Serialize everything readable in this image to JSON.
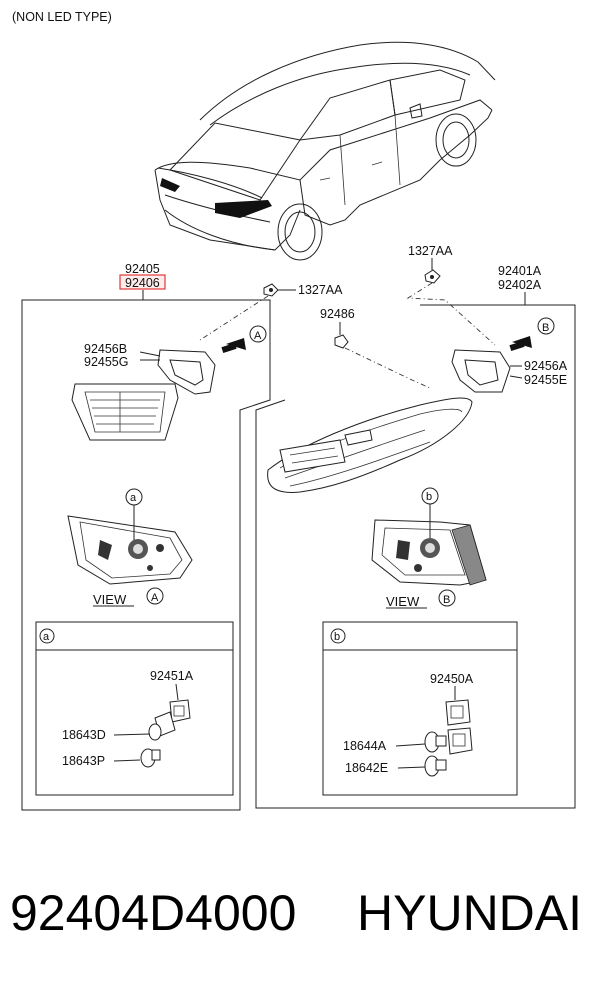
{
  "header": {
    "note": "(NON LED TYPE)"
  },
  "parts": {
    "inner_lamp_lh": "92405",
    "inner_lamp_rh": "92406",
    "screw_top_left": "1327AA",
    "screw_top_right": "1327AA",
    "outer_lamp_lh": "92401A",
    "outer_lamp_rh": "92402A",
    "nut": "92486",
    "gasket_inner_1": "92456B",
    "gasket_inner_2": "92455G",
    "gasket_outer_1": "92456A",
    "gasket_outer_2": "92455E",
    "socket_a": "92451A",
    "bulb_a_1": "18643D",
    "bulb_a_2": "18643P",
    "socket_b": "92450A",
    "bulb_b_1": "18644A",
    "bulb_b_2": "18642E"
  },
  "markers": {
    "a": "a",
    "b": "b",
    "view_a": "A",
    "view_b": "B"
  },
  "views": {
    "label": "VIEW"
  },
  "footer": {
    "part_number": "92404D4000",
    "brand": "HYUNDAI"
  },
  "colors": {
    "highlight_border": "#e23a3a",
    "highlight_fill": "#fdecec"
  }
}
